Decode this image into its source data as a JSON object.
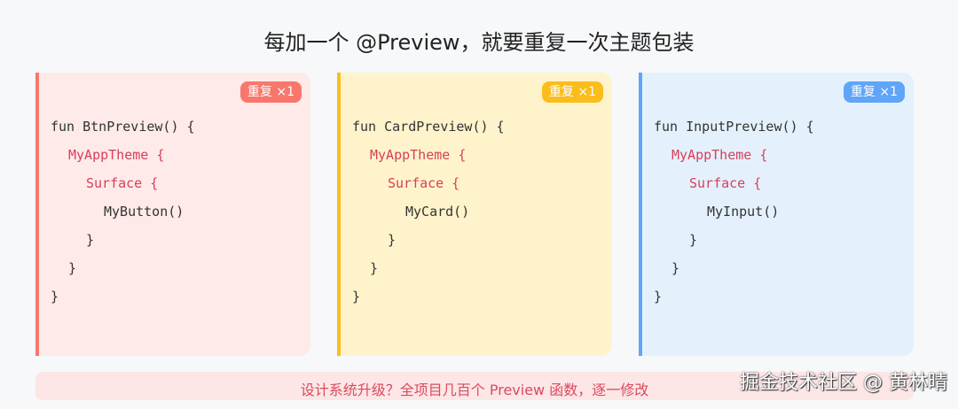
{
  "title": "每加一个 @Preview，就要重复一次主题包装",
  "cards": [
    {
      "badge": "重复 ×1",
      "border": "#f8776c",
      "bg": "#feeae8",
      "badge_color": "#f8776c",
      "lines": [
        "fun BtnPreview() {",
        "MyAppTheme {",
        "Surface {",
        "MyButton()",
        "}",
        "}",
        "}"
      ]
    },
    {
      "badge": "重复 ×1",
      "border": "#fbbd1c",
      "bg": "#fef3cb",
      "badge_color": "#fbbd1c",
      "lines": [
        "fun CardPreview() {",
        "MyAppTheme {",
        "Surface {",
        "MyCard()",
        "}",
        "}",
        "}"
      ]
    },
    {
      "badge": "重复 ×1",
      "border": "#5fa5f8",
      "bg": "#e4f1fd",
      "badge_color": "#5fa5f8",
      "lines": [
        "fun InputPreview() {",
        "MyAppTheme {",
        "Surface {",
        "MyInput()",
        "}",
        "}",
        "}"
      ]
    }
  ],
  "footer": "设计系统升级？全项目几百个 Preview 函数，逐一修改",
  "watermark": "掘金技术社区 @ 黄林晴"
}
